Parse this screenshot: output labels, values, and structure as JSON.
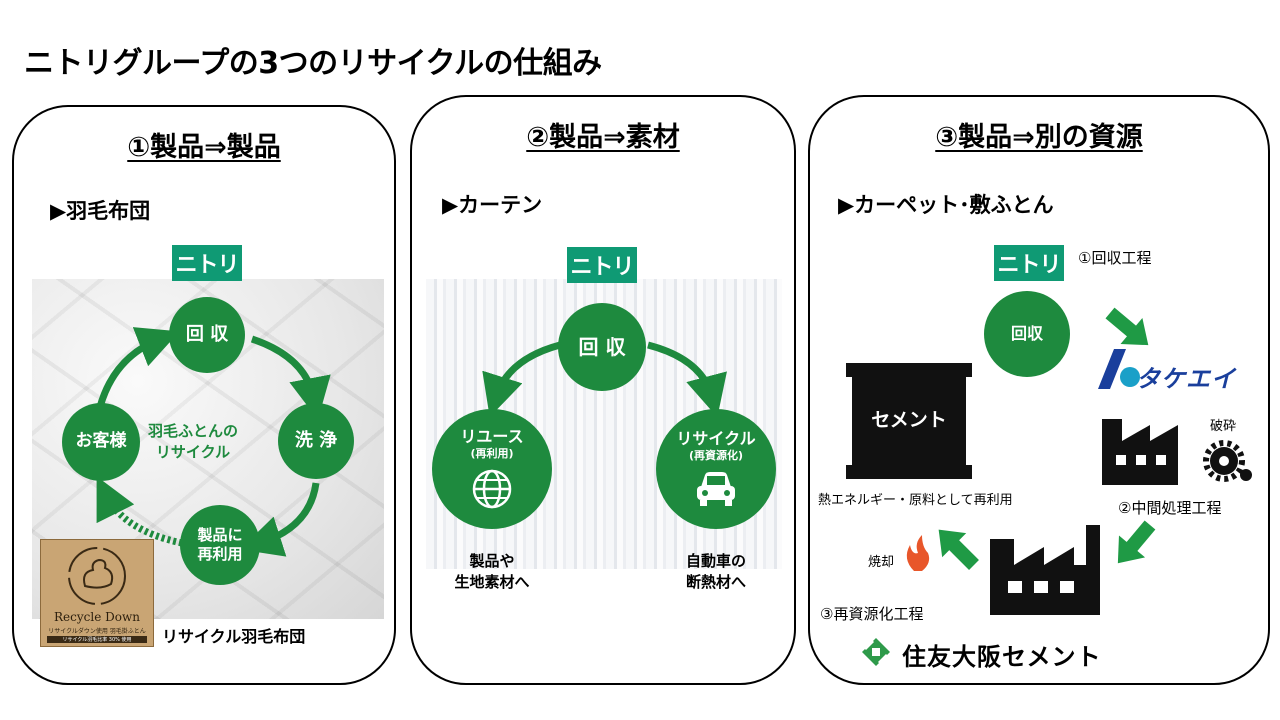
{
  "title": "ニトリグループの3つのリサイクルの仕組み",
  "colors": {
    "green": "#1e8a3e",
    "nitori_green": "#0f9a74",
    "arrow_green": "#1f9a45",
    "takeei_blue": "#1a3f9c",
    "fire": "#e8562a"
  },
  "panel1": {
    "title": "①製品⇒製品",
    "subtitle": "▶羽毛布団",
    "logo": "ニトリ",
    "center_label_1": "羽毛ふとんの",
    "center_label_2": "リサイクル",
    "cycle": {
      "collect": "回 収",
      "wash": "洗 浄",
      "product_1": "製品に",
      "product_2": "再利用",
      "customer": "お客様"
    },
    "package": {
      "name": "Recycle Down",
      "line1": "リサイクルダウン使用 羽毛掛ふとん",
      "line2": "リサイクル羽毛比率 30% 使用"
    },
    "caption": "リサイクル羽毛布団"
  },
  "panel2": {
    "title": "②製品⇒素材",
    "subtitle": "▶カーテン",
    "logo": "ニトリ",
    "collect": "回 収",
    "reuse": "リユース",
    "reuse_sub": "(再利用)",
    "recycle": "リサイクル",
    "recycle_sub": "(再資源化)",
    "left_caption_1": "製品や",
    "left_caption_2": "生地素材へ",
    "right_caption_1": "自動車の",
    "right_caption_2": "断熱材へ",
    "icons": {
      "reuse": "globe-icon",
      "recycle": "car-icon"
    }
  },
  "panel3": {
    "title": "③製品⇒別の資源",
    "subtitle": "▶カーペット･敷ふとん",
    "logo": "ニトリ",
    "step1": "①回収工程",
    "collect": "回収",
    "partner1": "タケエイ",
    "cement": "セメント",
    "crush": "破砕",
    "step2": "②中間処理工程",
    "usage": "熱エネルギー・原料として再利用",
    "incinerate": "焼却",
    "step3": "③再資源化工程",
    "partner2": "住友大阪セメント"
  }
}
